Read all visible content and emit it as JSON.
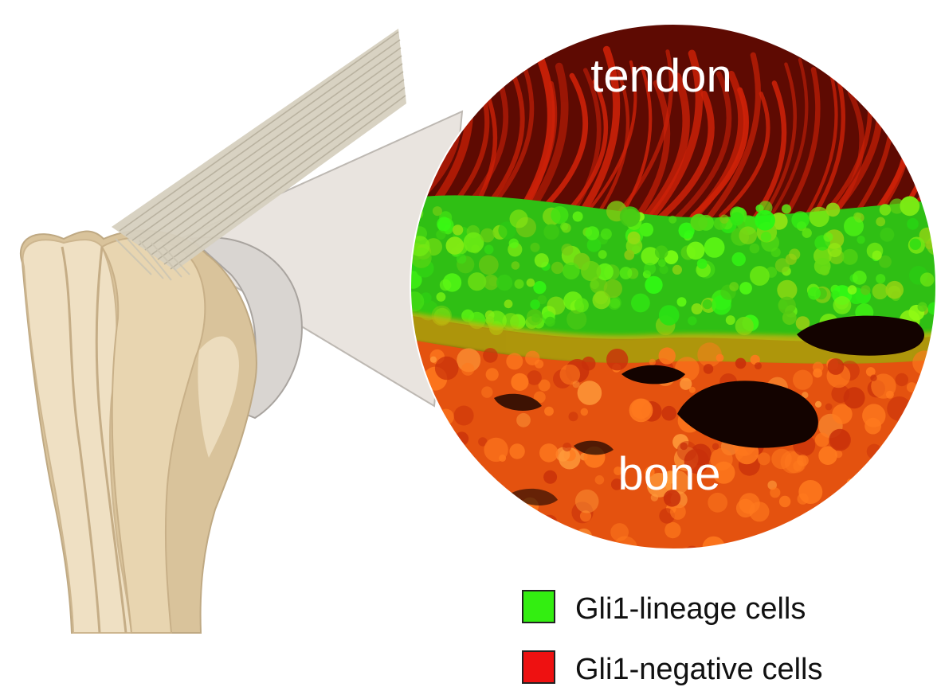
{
  "labels": {
    "top": "tendon",
    "bottom": "bone"
  },
  "legend": [
    {
      "label": "Gli1-lineage cells",
      "color": "#33ee11"
    },
    {
      "label": "Gli1-negative cells",
      "color": "#ee1111"
    }
  ],
  "colors": {
    "bone_light": "#efdfc0",
    "bone_mid": "#e2cda6",
    "bone_dark": "#d4b98c",
    "tendon_fiber": "#cfc9b8",
    "cartilage": "#d8d4d0",
    "zoom_cone": "#e9e4df",
    "micro_red": "#d81a08",
    "micro_green": "#3ee91c",
    "micro_orange": "#f05a12",
    "micro_black": "#140200"
  }
}
